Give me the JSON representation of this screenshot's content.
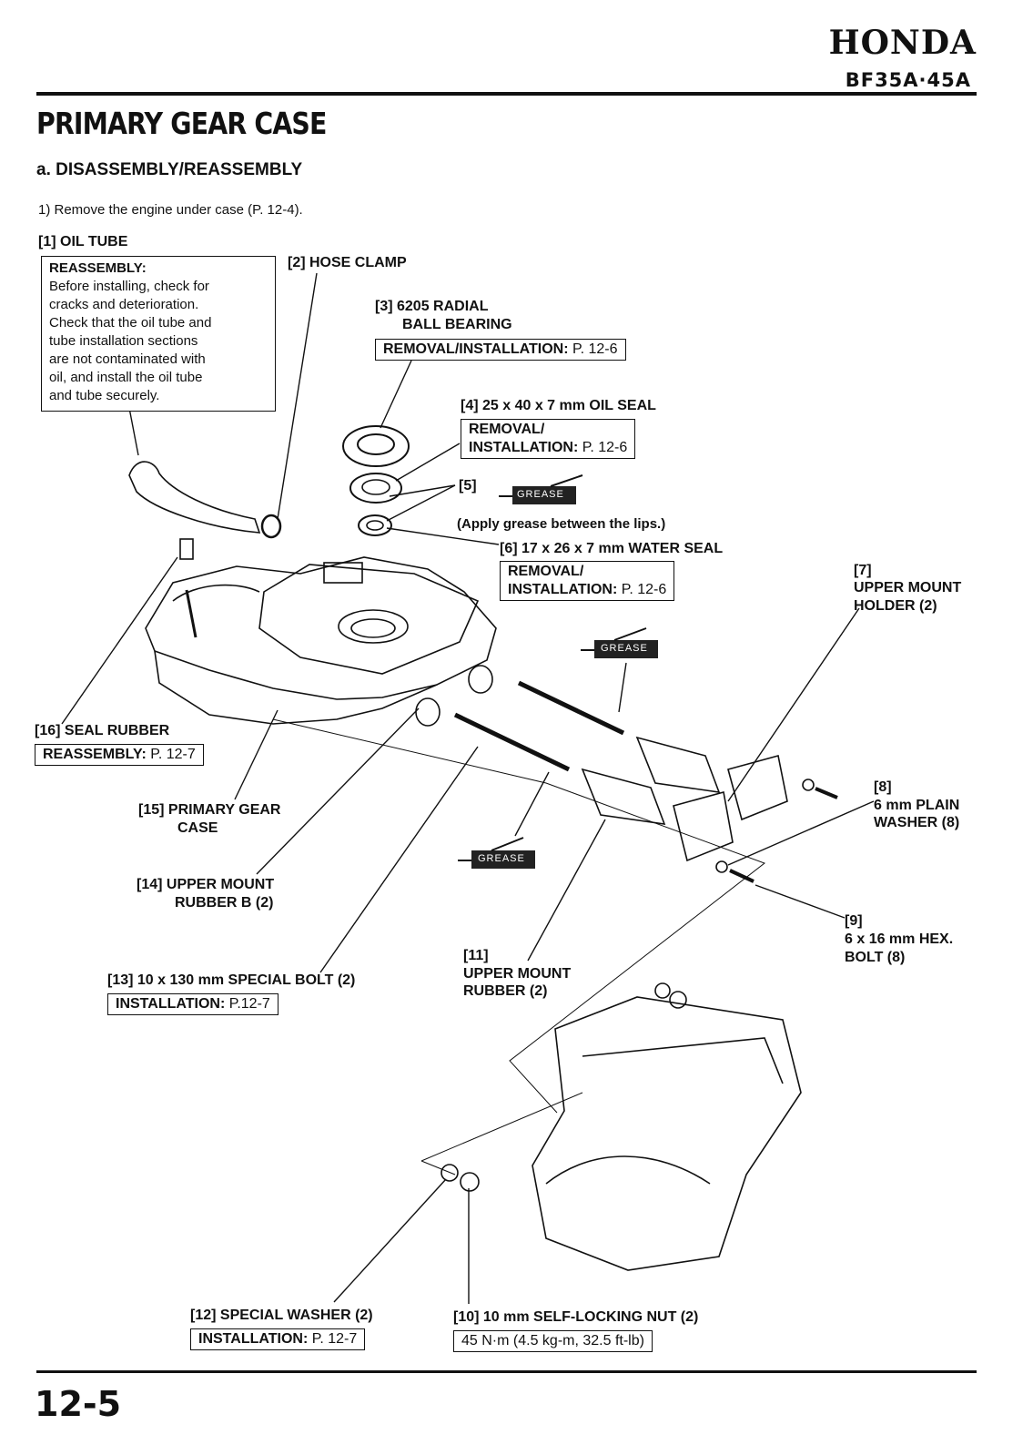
{
  "header": {
    "brand": "HONDA",
    "model": "BF35A·45A"
  },
  "page": {
    "title": "PRIMARY GEAR CASE",
    "subtitle": "a. DISASSEMBLY/REASSEMBLY",
    "step1": "1) Remove the engine under case (P. 12-4).",
    "page_number": "12-5"
  },
  "note": {
    "heading": "REASSEMBLY:",
    "lines": [
      "Before installing, check for",
      "cracks and deterioration.",
      "Check that the oil tube and",
      "tube installation sections",
      "are not contaminated with",
      "oil, and install the oil tube",
      "and tube securely."
    ]
  },
  "grease": {
    "label": "GREASE",
    "note": "(Apply grease between the lips.)"
  },
  "parts": {
    "p1": "[1] OIL TUBE",
    "p2": "[2] HOSE CLAMP",
    "p3a": "[3] 6205 RADIAL",
    "p3b": "BALL BEARING",
    "p4": "[4] 25 x 40 x 7 mm OIL SEAL",
    "p5": "[5]",
    "p6": "[6] 17 x 26 x 7 mm WATER SEAL",
    "p7a": "[7]",
    "p7b": "UPPER MOUNT",
    "p7c": "HOLDER (2)",
    "p8a": "[8]",
    "p8b": "6 mm PLAIN",
    "p8c": "WASHER (8)",
    "p9a": "[9]",
    "p9b": "6 x 16 mm HEX.",
    "p9c": "BOLT (8)",
    "p10": "[10] 10 mm SELF-LOCKING NUT (2)",
    "p11a": "[11]",
    "p11b": "UPPER MOUNT",
    "p11c": "RUBBER (2)",
    "p12": "[12] SPECIAL WASHER (2)",
    "p13": "[13] 10 x 130 mm SPECIAL BOLT (2)",
    "p14a": "[14] UPPER MOUNT",
    "p14b": "RUBBER B (2)",
    "p15a": "[15] PRIMARY GEAR",
    "p15b": "CASE",
    "p16": "[16] SEAL RUBBER"
  },
  "boxes": {
    "b3_key": "REMOVAL/INSTALLATION:",
    "b3_val": " P. 12-6",
    "b4_key1": "REMOVAL/",
    "b4_key2": "INSTALLATION:",
    "b4_val": " P. 12-6",
    "b6_key1": "REMOVAL/",
    "b6_key2": "INSTALLATION:",
    "b6_val": " P. 12-6",
    "b16_key": "REASSEMBLY:",
    "b16_val": " P. 12-7",
    "b13_key": "INSTALLATION:",
    "b13_val": " P.12-7",
    "b12_key": "INSTALLATION:",
    "b12_val": " P. 12-7",
    "b10_val": "45 N·m (4.5 kg-m, 32.5 ft-lb)"
  }
}
